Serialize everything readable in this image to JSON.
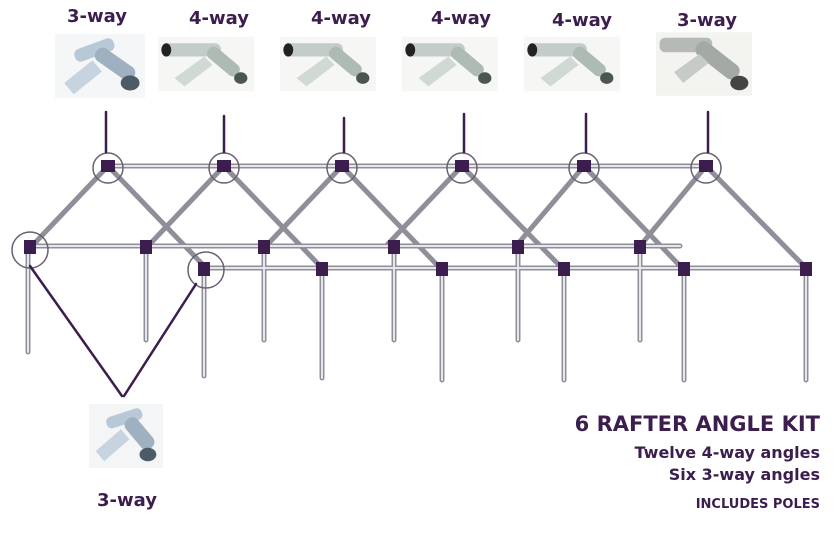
{
  "fittings_top": [
    {
      "label": "3-way",
      "icon": "three-way-angle-fitting"
    },
    {
      "label": "4-way",
      "icon": "four-way-angle-fitting"
    },
    {
      "label": "4-way",
      "icon": "four-way-angle-fitting"
    },
    {
      "label": "4-way",
      "icon": "four-way-angle-fitting"
    },
    {
      "label": "4-way",
      "icon": "four-way-angle-fitting"
    },
    {
      "label": "3-way",
      "icon": "three-way-angle-fitting"
    }
  ],
  "fitting_bottom": {
    "label": "3-way",
    "icon": "three-way-angle-fitting"
  },
  "kit": {
    "title": "6 RAFTER ANGLE KIT",
    "line1": "Twelve  4-way angles",
    "line2": "Six  3-way angles",
    "line3": "INCLUDES POLES"
  },
  "colors": {
    "accent": "#3b1d4e",
    "pole": "#c9c9cf",
    "pole_edge": "#8f8f99",
    "connector": "#3b1d4e"
  }
}
